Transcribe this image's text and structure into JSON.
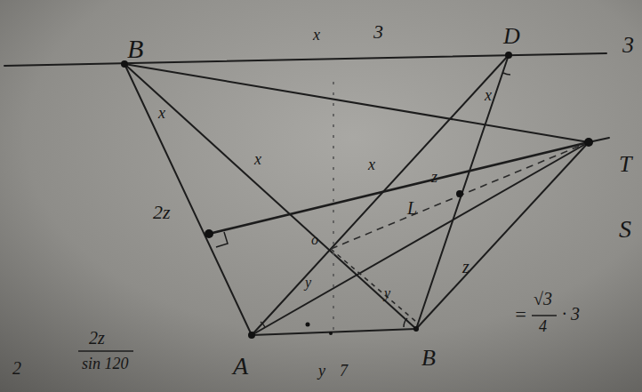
{
  "diagram": {
    "labels": [
      "B",
      "x",
      "3",
      "D",
      "3",
      "T",
      "S",
      "x",
      "x",
      "x",
      "x",
      "2z",
      "o",
      "y",
      "y",
      "z",
      "L",
      "z",
      "A",
      "B",
      "y",
      "7",
      "2",
      "2z",
      "sin 120",
      "=",
      "√3",
      "4",
      "· 3"
    ]
  }
}
